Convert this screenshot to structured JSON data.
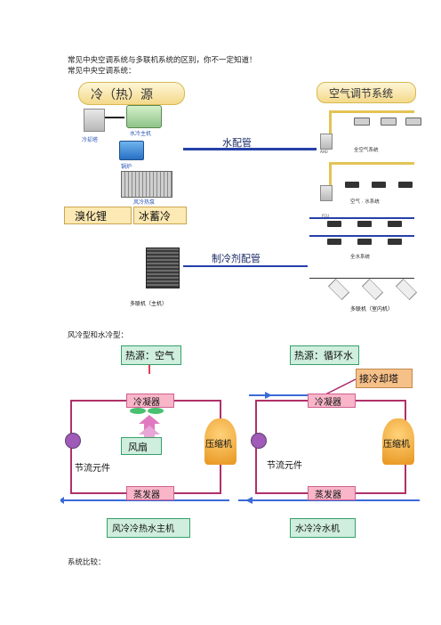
{
  "text": {
    "line1": "常见中央空调系统与多联机系统的区别，你不一定知道！",
    "line2": "常见中央空调系统：",
    "section2": "风冷型和水冷型：",
    "section3": "系统比较："
  },
  "fig1": {
    "heat_source_title": "冷（热）源",
    "cooling_tower": "冷却塔",
    "water_chiller": "水冷主机",
    "boiler": "锅炉",
    "air_heat_pump": "风冷热泵",
    "libr": "溴化锂",
    "ice_storage": "冰蓄冷",
    "water_pipe": "水配管",
    "ac_system": "空气调节系统",
    "all_air": "全空气系统",
    "air_water": "空气 · 水系统",
    "all_water": "全水系统",
    "ahu": "AHU",
    "fcu": "FCU",
    "refrigerant_pipe": "制冷剂配管",
    "vrf_main": "多联机（主机）",
    "vrf_indoor": "多联机（室内机）"
  },
  "fig2": {
    "left": {
      "heat_source": "热源：空气",
      "condenser": "冷凝器",
      "fan": "风扇",
      "compressor": "压缩机",
      "throttle": "节流元件",
      "evaporator": "蒸发器",
      "title": "风冷冷热水主机"
    },
    "right": {
      "heat_source": "热源：循环水",
      "tower": "接冷却塔",
      "condenser": "冷凝器",
      "compressor": "压缩机",
      "throttle": "节流元件",
      "evaporator": "蒸发器",
      "title": "水冷冷水机"
    },
    "colors": {
      "pipe": "#b0306a",
      "condenser_fill": "#f8b6c8",
      "label_fill": "#cfeedd",
      "label_border": "#36a06a",
      "compressor": "#f5b63a",
      "hot_arrow": "#e04050",
      "cold_arrow": "#3a6ad8",
      "tower_fill": "#f6c089"
    }
  }
}
